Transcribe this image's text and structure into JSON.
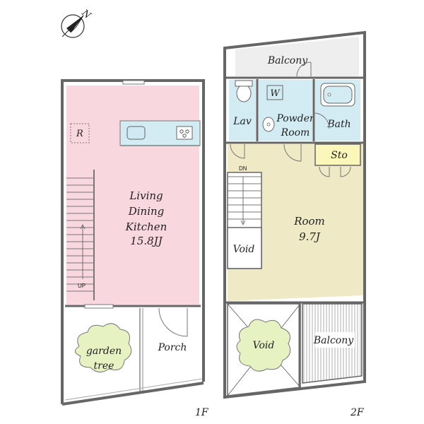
{
  "compass": {
    "label": "N",
    "icon": "north-arrow-icon"
  },
  "floors": {
    "first": {
      "label": "1F",
      "ldk": [
        "Living",
        "Dining",
        "Kitchen",
        "15.8JJ"
      ],
      "fridge": "R",
      "stairs": "UP",
      "garden": [
        "garden",
        "tree"
      ],
      "porch": "Porch"
    },
    "second": {
      "label": "2F",
      "balcony_top": "Balcony",
      "lav": "Lav",
      "washer": "W",
      "powder": [
        "Powder",
        "Room"
      ],
      "bath": "Bath",
      "sto": "Sto",
      "stairs": "DN",
      "void_inner": "Void",
      "room": [
        "Room",
        "9.7J"
      ],
      "void_open": "Void",
      "balcony_bottom": "Balcony"
    }
  },
  "colors": {
    "ldk": "#f9d7df",
    "room": "#efe9c6",
    "wet": "#d3ecf3",
    "sto": "#fbf6b9",
    "balcony": "#eeeeee",
    "tree": "#e7f2c2",
    "wall": "#666666"
  }
}
